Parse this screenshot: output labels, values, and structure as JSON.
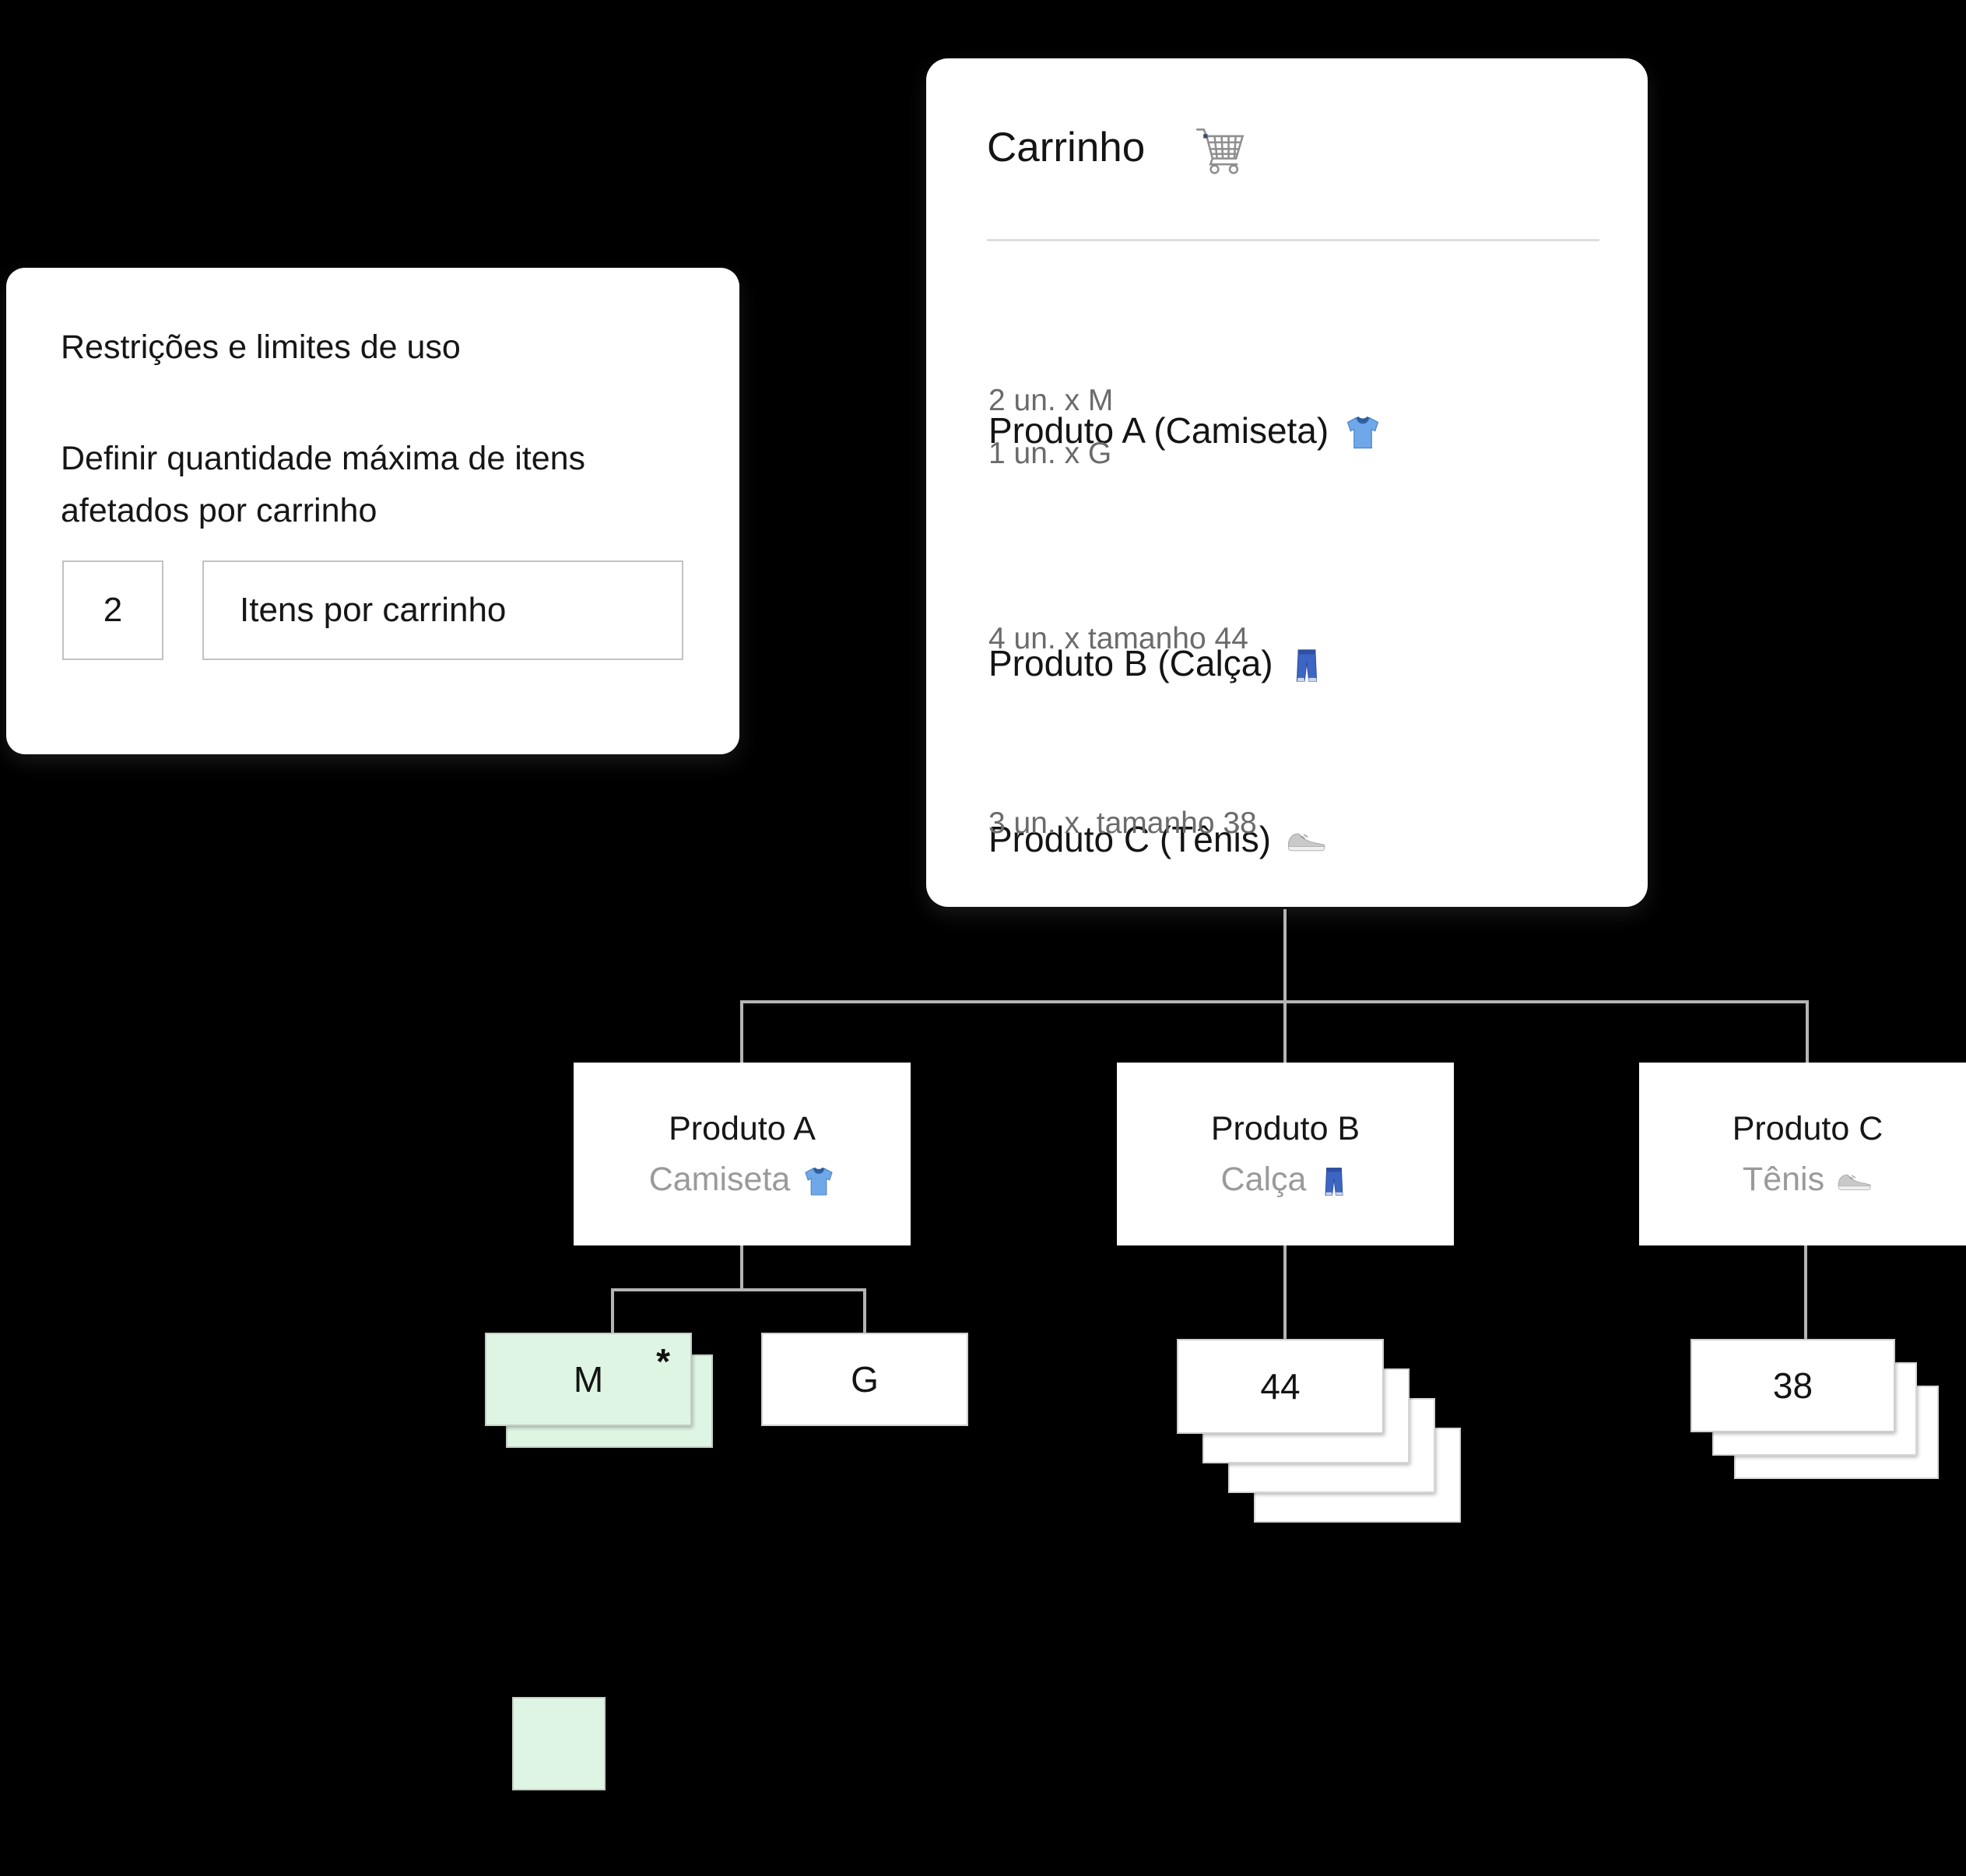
{
  "restrictions_card": {
    "title": "Restrições e limites de uso",
    "description": [
      "Definir quantidade máxima de itens",
      "afetados por carrinho"
    ],
    "quantity_value": "2",
    "quantity_label": "Itens por carrinho"
  },
  "cart_card": {
    "title": "Carrinho",
    "cart_icon": "cart-icon",
    "products": [
      {
        "name": "Produto A (Camiseta)",
        "icon": "tshirt-icon",
        "lines": [
          "2 un. x M",
          "1 un. x G"
        ]
      },
      {
        "name": "Produto B (Calça)",
        "icon": "jeans-icon",
        "lines": [
          "4 un. x tamanho 44"
        ]
      },
      {
        "name": "Produto C (Tênis)",
        "icon": "sneaker-icon",
        "lines": [
          "3 un. x  tamanho 38"
        ]
      }
    ]
  },
  "tree": {
    "nodes": [
      {
        "title": "Produto A",
        "subtitle": "Camiseta",
        "icon": "tshirt-icon"
      },
      {
        "title": "Produto B",
        "subtitle": "Calça",
        "icon": "jeans-icon"
      },
      {
        "title": "Produto C",
        "subtitle": "Tênis",
        "icon": "sneaker-icon"
      }
    ],
    "variants": [
      {
        "label": "M",
        "marker": "*",
        "stack_count": 2,
        "highlighted": true
      },
      {
        "label": "G",
        "stack_count": 1,
        "highlighted": false
      },
      {
        "label": "44",
        "stack_count": 4,
        "highlighted": false
      },
      {
        "label": "38",
        "stack_count": 3,
        "highlighted": false
      }
    ]
  },
  "colors": {
    "background": "#000000",
    "card": "#ffffff",
    "highlight_green": "#dff5e3",
    "green_border": "#c3cdc5",
    "connector": "#b5b5b5",
    "input_border": "#c2c2c2",
    "text": "#161616",
    "muted_text": "#6b6b6b",
    "subtle_text": "#9a9a9a"
  }
}
